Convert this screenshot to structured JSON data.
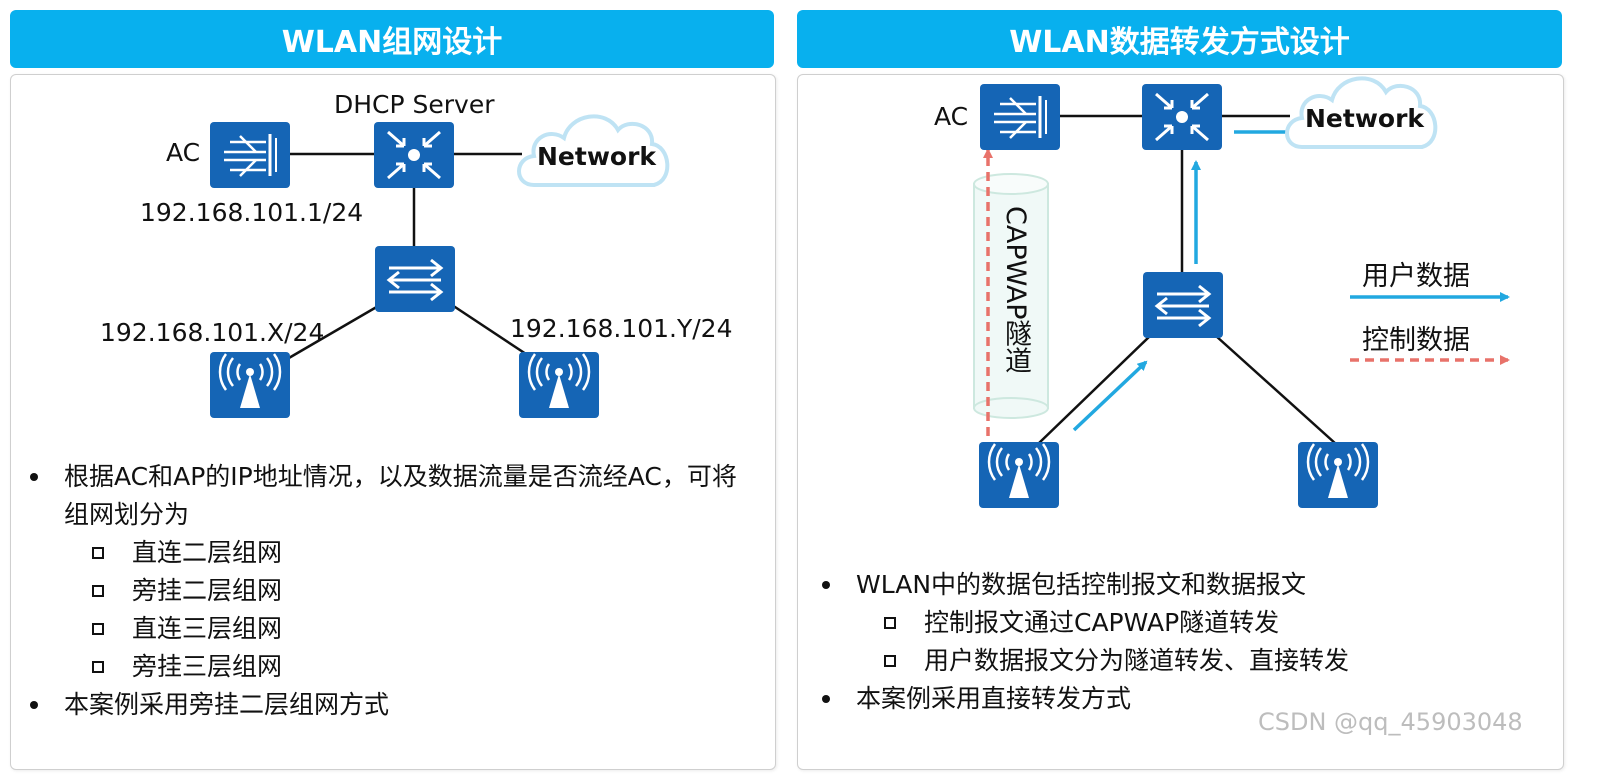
{
  "left": {
    "title": "WLAN组网设计",
    "labels": {
      "dhcp": "DHCP Server",
      "ac": "AC",
      "network": "Network",
      "ac_ip": "192.168.101.1/24",
      "ap1_ip": "192.168.101.X/24",
      "ap2_ip": "192.168.101.Y/24"
    },
    "bullet1": "根据AC和AP的IP地址情况，以及数据流量是否流经AC，可将组网划分为",
    "subitems": [
      "直连二层组网",
      "旁挂二层组网",
      "直连三层组网",
      "旁挂三层组网"
    ],
    "bullet2": "本案例采用旁挂二层组网方式"
  },
  "right": {
    "title": "WLAN数据转发方式设计",
    "labels": {
      "ac": "AC",
      "network": "Network",
      "tunnel": "CAPWAP隧道",
      "legend_user": "用户数据",
      "legend_control": "控制数据"
    },
    "bullet1": "WLAN中的数据包括控制报文和数据报文",
    "subitems": [
      "控制报文通过CAPWAP隧道转发",
      "用户数据报文分为隧道转发、直接转发"
    ],
    "bullet2": "本案例采用直接转发方式"
  },
  "colors": {
    "header": "#08b0ee",
    "device": "#1565b5",
    "user_data": "#22a8e0",
    "control_data": "#e8726a"
  },
  "watermark": "CSDN @qq_45903048"
}
